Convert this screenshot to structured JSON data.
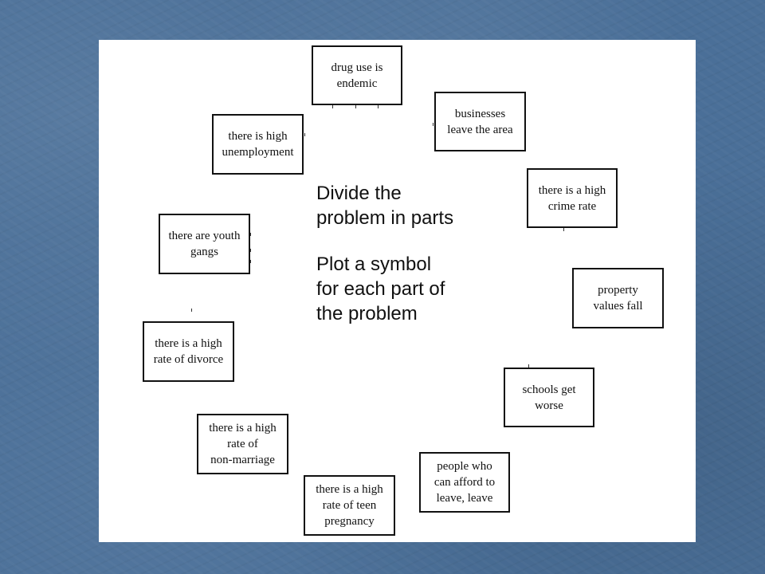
{
  "slide": {
    "heading": "Divide the\nproblem in parts",
    "subheading": "Plot a symbol\nfor each part of\nthe problem"
  },
  "boxes": [
    {
      "id": "drug-use",
      "text": "drug use is\nendemic"
    },
    {
      "id": "businesses-leave",
      "text": "businesses\nleave the area"
    },
    {
      "id": "high-unemployment",
      "text": "there is high\nunemployment"
    },
    {
      "id": "high-crime",
      "text": "there is a high\ncrime rate"
    },
    {
      "id": "youth-gangs",
      "text": "there are youth\ngangs"
    },
    {
      "id": "property-values",
      "text": "property\nvalues fall"
    },
    {
      "id": "high-divorce",
      "text": "there is a high\nrate of divorce"
    },
    {
      "id": "schools-worse",
      "text": "schools get\nworse"
    },
    {
      "id": "non-marriage",
      "text": "there is a high\nrate of\nnon-marriage"
    },
    {
      "id": "people-leave",
      "text": "people who\ncan afford to\nleave, leave"
    },
    {
      "id": "teen-pregnancy",
      "text": "there is a high\nrate of teen\npregnancy"
    }
  ],
  "colors": {
    "background": "#4a6f98",
    "slide": "#ffffff",
    "border": "#111111"
  }
}
